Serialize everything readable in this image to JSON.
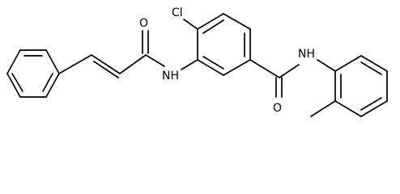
{
  "molecule": {
    "atoms": {
      "chlorine": "Cl",
      "amide_nitrogen_left": "NH",
      "amide_nitrogen_right": "NH",
      "carbonyl_oxygen_top": "O",
      "carbonyl_oxygen_bottom": "O"
    },
    "line_color": "#000000"
  }
}
